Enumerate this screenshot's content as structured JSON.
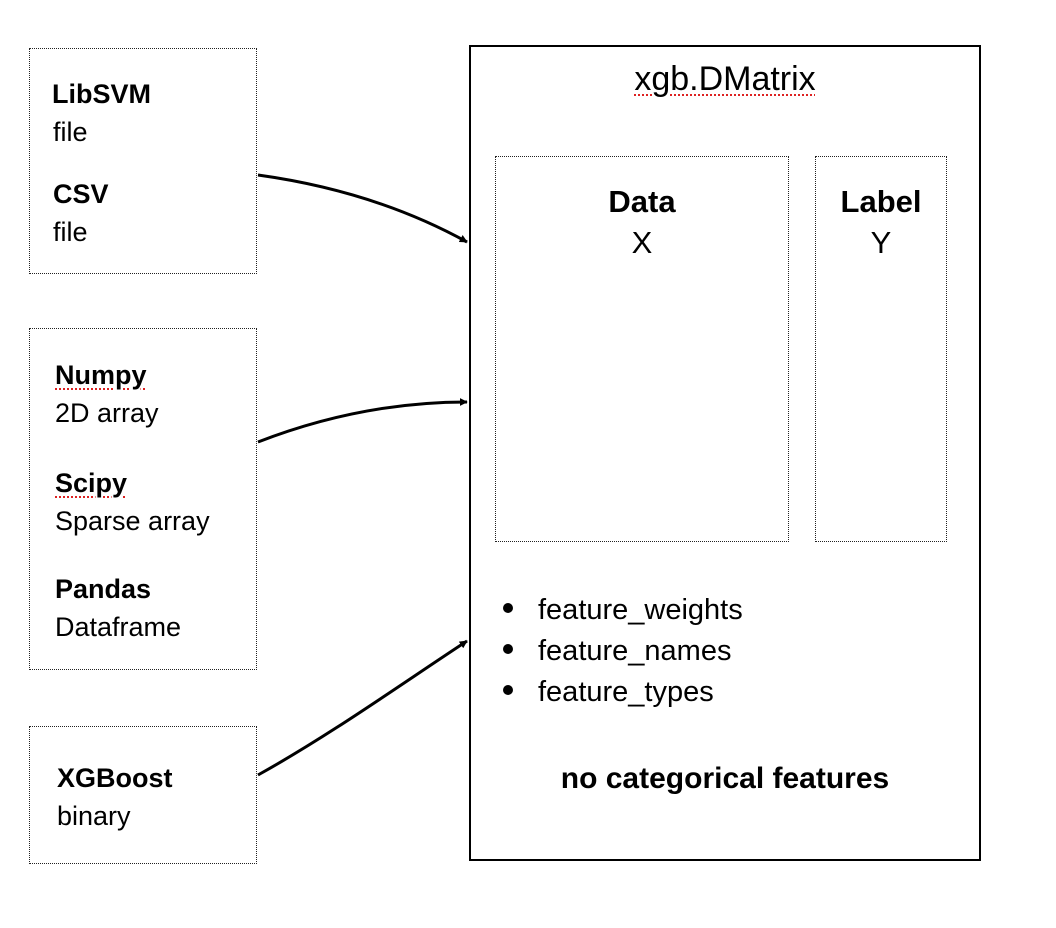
{
  "sources": {
    "files": [
      {
        "name": "LibSVM",
        "kind": "file"
      },
      {
        "name": "CSV",
        "kind": "file"
      }
    ],
    "arrays": [
      {
        "name": "Numpy",
        "kind": "2D array"
      },
      {
        "name": "Scipy",
        "kind": "Sparse array"
      },
      {
        "name": "Pandas",
        "kind": "Dataframe"
      }
    ],
    "binary": [
      {
        "name": "XGBoost",
        "kind": "binary"
      }
    ]
  },
  "dmatrix": {
    "title": "xgb.DMatrix",
    "data": {
      "title": "Data",
      "symbol": "X"
    },
    "label": {
      "title": "Label",
      "symbol": "Y"
    },
    "attributes": [
      "feature_weights",
      "feature_names",
      "feature_types"
    ],
    "note": "no categorical features"
  }
}
